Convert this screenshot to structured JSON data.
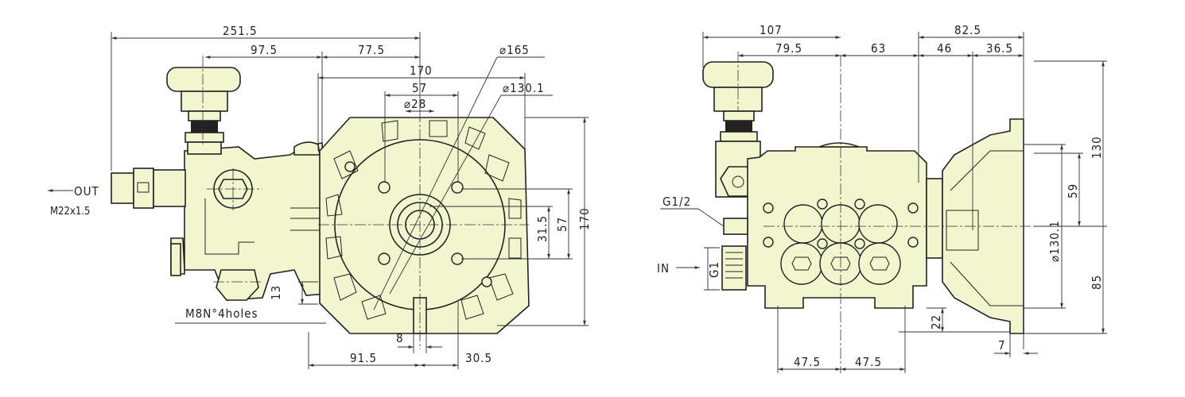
{
  "left_view": {
    "dims": {
      "overall_length": "251.5",
      "valve_offset": "97.5",
      "valve_to_center": "77.5",
      "flange_width": "170",
      "bolt_spacing_h": "57",
      "shaft_dia": "⌀28",
      "flange_outer_dia": "⌀165",
      "flange_pilot_dia": "⌀130.1",
      "bolt_offset_v": "31.5",
      "bolt_spacing_v": "57",
      "flange_height": "170",
      "foot_height": "13",
      "key_width": "8",
      "center_to_left": "91.5",
      "center_to_right": "30.5"
    },
    "labels": {
      "outlet": "OUT",
      "outlet_thread": "M22x1.5",
      "mount_holes": "M8N°4holes"
    }
  },
  "right_view": {
    "dims": {
      "valve_to_center": "107",
      "valve_axis": "79.5",
      "center_to_flange": "63",
      "flange_depth": "82.5",
      "flange_offset": "46",
      "flange_face": "36.5",
      "overall_height": "130",
      "upper_height": "59",
      "pilot_dia": "⌀130.1",
      "lower_height": "85",
      "base_height": "22",
      "flange_thickness": "7",
      "foot_left": "47.5",
      "foot_right": "47.5"
    },
    "labels": {
      "bypass_port": "G1/2",
      "inlet": "IN",
      "inlet_thread": "G1"
    }
  },
  "colors": {
    "body_fill": "#f2f6cf",
    "line": "#222222"
  }
}
